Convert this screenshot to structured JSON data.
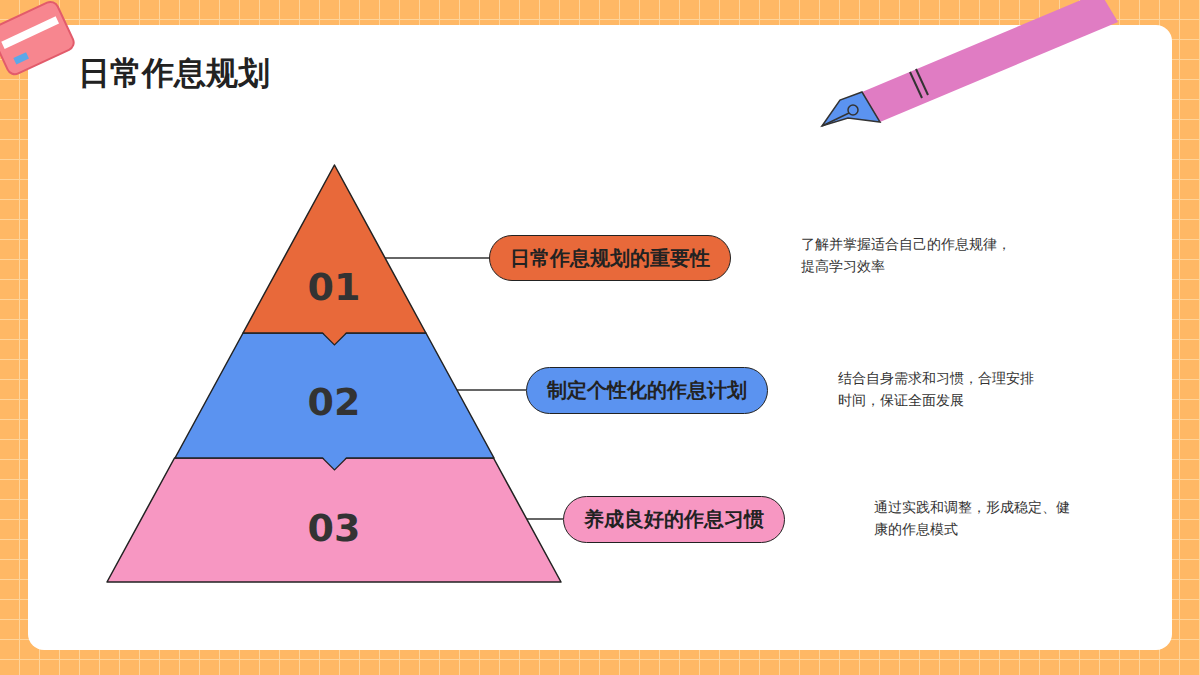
{
  "diagram": {
    "title": "日常作息规划",
    "nodes": [
      {
        "text": [
          "01"
        ]
      },
      {
        "text": [
          "日常作息规划的重要性"
        ]
      },
      {
        "text": [
          "02"
        ]
      },
      {
        "text": [
          "制定个性化的作息计划"
        ]
      },
      {
        "text": [
          "03"
        ]
      },
      {
        "text": [
          "养成良好的作息习惯"
        ]
      }
    ],
    "edges": [
      {
        "from": 0,
        "to": 1,
        "arrow": "none"
      },
      {
        "from": 2,
        "to": 3,
        "arrow": "none"
      },
      {
        "from": 4,
        "to": 5,
        "arrow": "none"
      }
    ],
    "labels": [
      "了解并掌握适合自己的作息规律， 提高学习效率",
      "结合自身需求和习惯，合理安排 时间，保证全面发展",
      "通过实践和调整，形成稳定、健 康的作息模式"
    ]
  }
}
